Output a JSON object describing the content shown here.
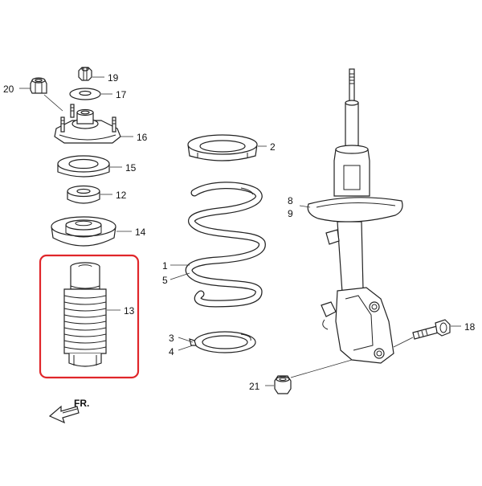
{
  "colors": {
    "highlight": "#e0262a",
    "line": "#222222",
    "background": "#ffffff"
  },
  "direction_label": "FR.",
  "callouts": {
    "p1": "1",
    "p2": "2",
    "p3": "3",
    "p4": "4",
    "p5": "5",
    "p8": "8",
    "p9": "9",
    "p12": "12",
    "p13": "13",
    "p14": "14",
    "p15": "15",
    "p16": "16",
    "p17": "17",
    "p18": "18",
    "p19": "19",
    "p20": "20",
    "p21": "21"
  },
  "highlighted_part": "13"
}
